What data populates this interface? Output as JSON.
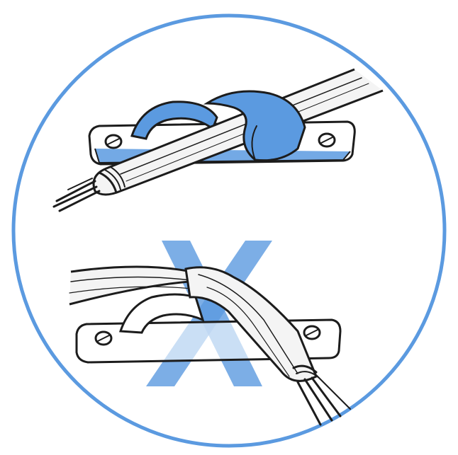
{
  "illustration": {
    "colors": {
      "background": "#ffffff",
      "circle_outline": "#5b9ae0",
      "accent_blue": "#5b9ae0",
      "ink": "#1c1c1c",
      "rope_fill": "#f4f4f4"
    },
    "panels": [
      {
        "depiction": "correct-use",
        "cleat_type": "fairlead-cleat"
      },
      {
        "depiction": "incorrect-use",
        "marker": "x-mark"
      }
    ]
  }
}
